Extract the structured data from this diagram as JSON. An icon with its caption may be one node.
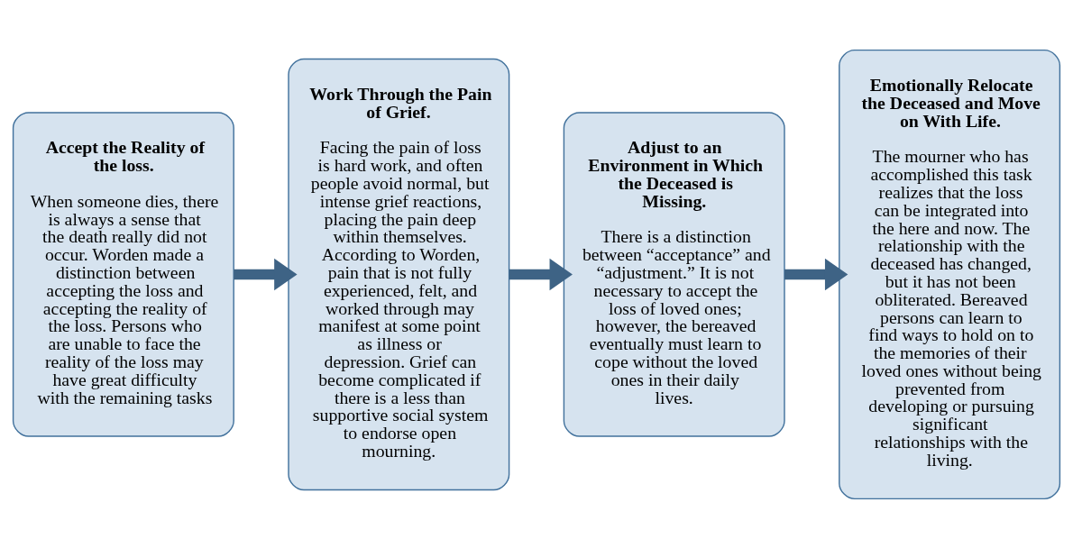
{
  "diagram": {
    "nodes": [
      {
        "text": [
          "Accept the Reality of the loss.",
          "When someone dies, there is always a sense that the death really did not occur. Worden made a distinction between accepting the loss and accepting the reality of the loss. Persons who are unable to face the reality of the loss may have great difficulty with the remaining tasks"
        ]
      },
      {
        "text": [
          "Work Through the Pain of Grief.",
          "Facing the pain of loss is hard work, and often people avoid normal, but intense grief reactions, placing the pain deep within themselves. According to Worden, pain that is not fully experienced, felt, and worked through may manifest at some point as illness or depression. Grief can become complicated if there is a less than supportive social system to endorse open mourning."
        ]
      },
      {
        "text": [
          "Adjust to an Environment in Which the Deceased is Missing.",
          "There is a distinction between “acceptance” and “adjustment.” It is not necessary to accept the loss of loved ones; however, the bereaved eventually must learn to cope without the loved ones in their daily lives."
        ]
      },
      {
        "text": [
          "Emotionally Relocate the Deceased and Move on With Life.",
          "The mourner who has accomplished this task realizes that the loss can be integrated into the here and now. The relationship with the deceased has changed, but it has not been obliterated. Bereaved persons can learn to find ways to hold on to the memories of their loved ones without being prevented from developing or pursuing significant relationships with the living."
        ]
      }
    ],
    "edges": [
      {
        "from": 0,
        "to": 1,
        "arrow": "to"
      },
      {
        "from": 1,
        "to": 2,
        "arrow": "to"
      },
      {
        "from": 2,
        "to": 3,
        "arrow": "to"
      }
    ]
  }
}
